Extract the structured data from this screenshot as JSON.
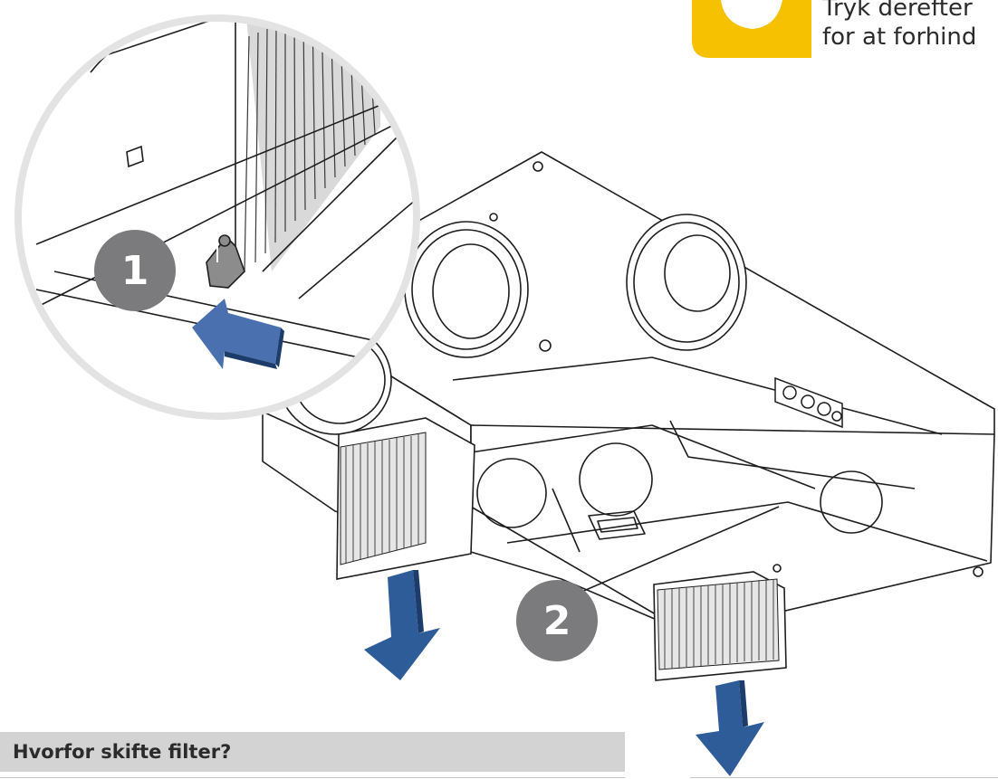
{
  "callout": {
    "line1": "Tryk derefter",
    "line2": "for at forhind",
    "accent_color": "#f5c100"
  },
  "steps": [
    {
      "label": "1"
    },
    {
      "label": "2"
    }
  ],
  "section": {
    "title": "Hvorfor skifte filter?"
  },
  "colors": {
    "arrow": "#2e5c99",
    "badge": "#7b7b7d",
    "header_bg": "#d3d3d3",
    "line": "#1e1e1e"
  },
  "icons": [
    "info-icon",
    "arrow-push-icon",
    "arrow-down-icon"
  ]
}
